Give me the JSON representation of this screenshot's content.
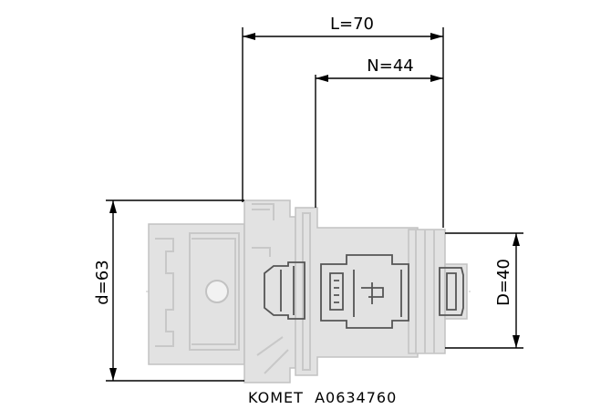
{
  "dimensions": {
    "L": "L=70",
    "N": "N=44",
    "d": "d=63",
    "D": "D=40"
  },
  "caption": "KOMET  A0634760",
  "colors": {
    "line": "#000000",
    "part": "#c8c8c8",
    "detail": "#555555"
  }
}
